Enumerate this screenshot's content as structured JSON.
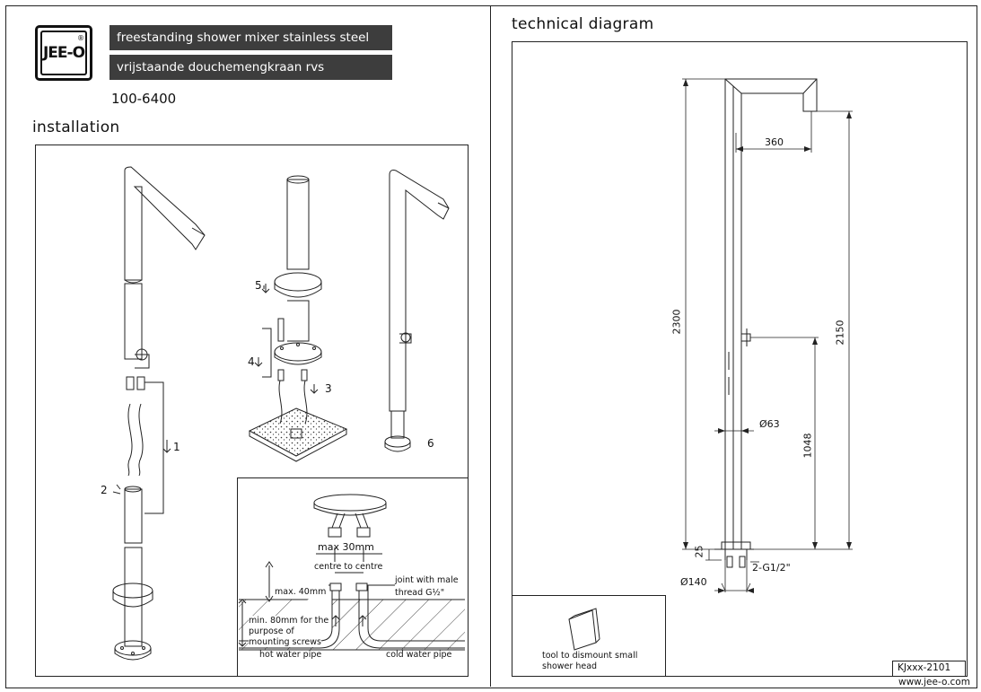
{
  "brand": {
    "logo_text": "JEE-O",
    "logo_mark": "®"
  },
  "titles": {
    "en": "freestanding shower mixer stainless steel",
    "nl": "vrijstaande douchemengkraan rvs",
    "article_number": "100-6400"
  },
  "installation": {
    "heading": "installation",
    "steps": {
      "s1": "1",
      "s2": "2",
      "s3": "3",
      "s4": "4",
      "s5": "5",
      "s6": "6"
    },
    "detail": {
      "max_30mm": "max 30mm",
      "centre": "centre to centre",
      "max_40mm": "max. 40mm",
      "joint_line1": "joint with male",
      "joint_line2": "thread G½\"",
      "min80_line1": "min. 80mm for the",
      "min80_line2": "purpose of",
      "min80_line3": "mounting screws",
      "hot": "hot water pipe",
      "cold": "cold water pipe"
    }
  },
  "technical": {
    "heading": "technical diagram",
    "dims": {
      "d360": "360",
      "d2300": "2300",
      "d2150": "2150",
      "d63": "Ø63",
      "d1048": "1048",
      "d25": "25",
      "d140": "Ø140",
      "g12": "2-G1/2\""
    },
    "tool_line1": "tool to dismount small",
    "tool_line2": "shower head",
    "drawing_code": "KJxxx-2101",
    "website": "www.jee-o.com"
  }
}
